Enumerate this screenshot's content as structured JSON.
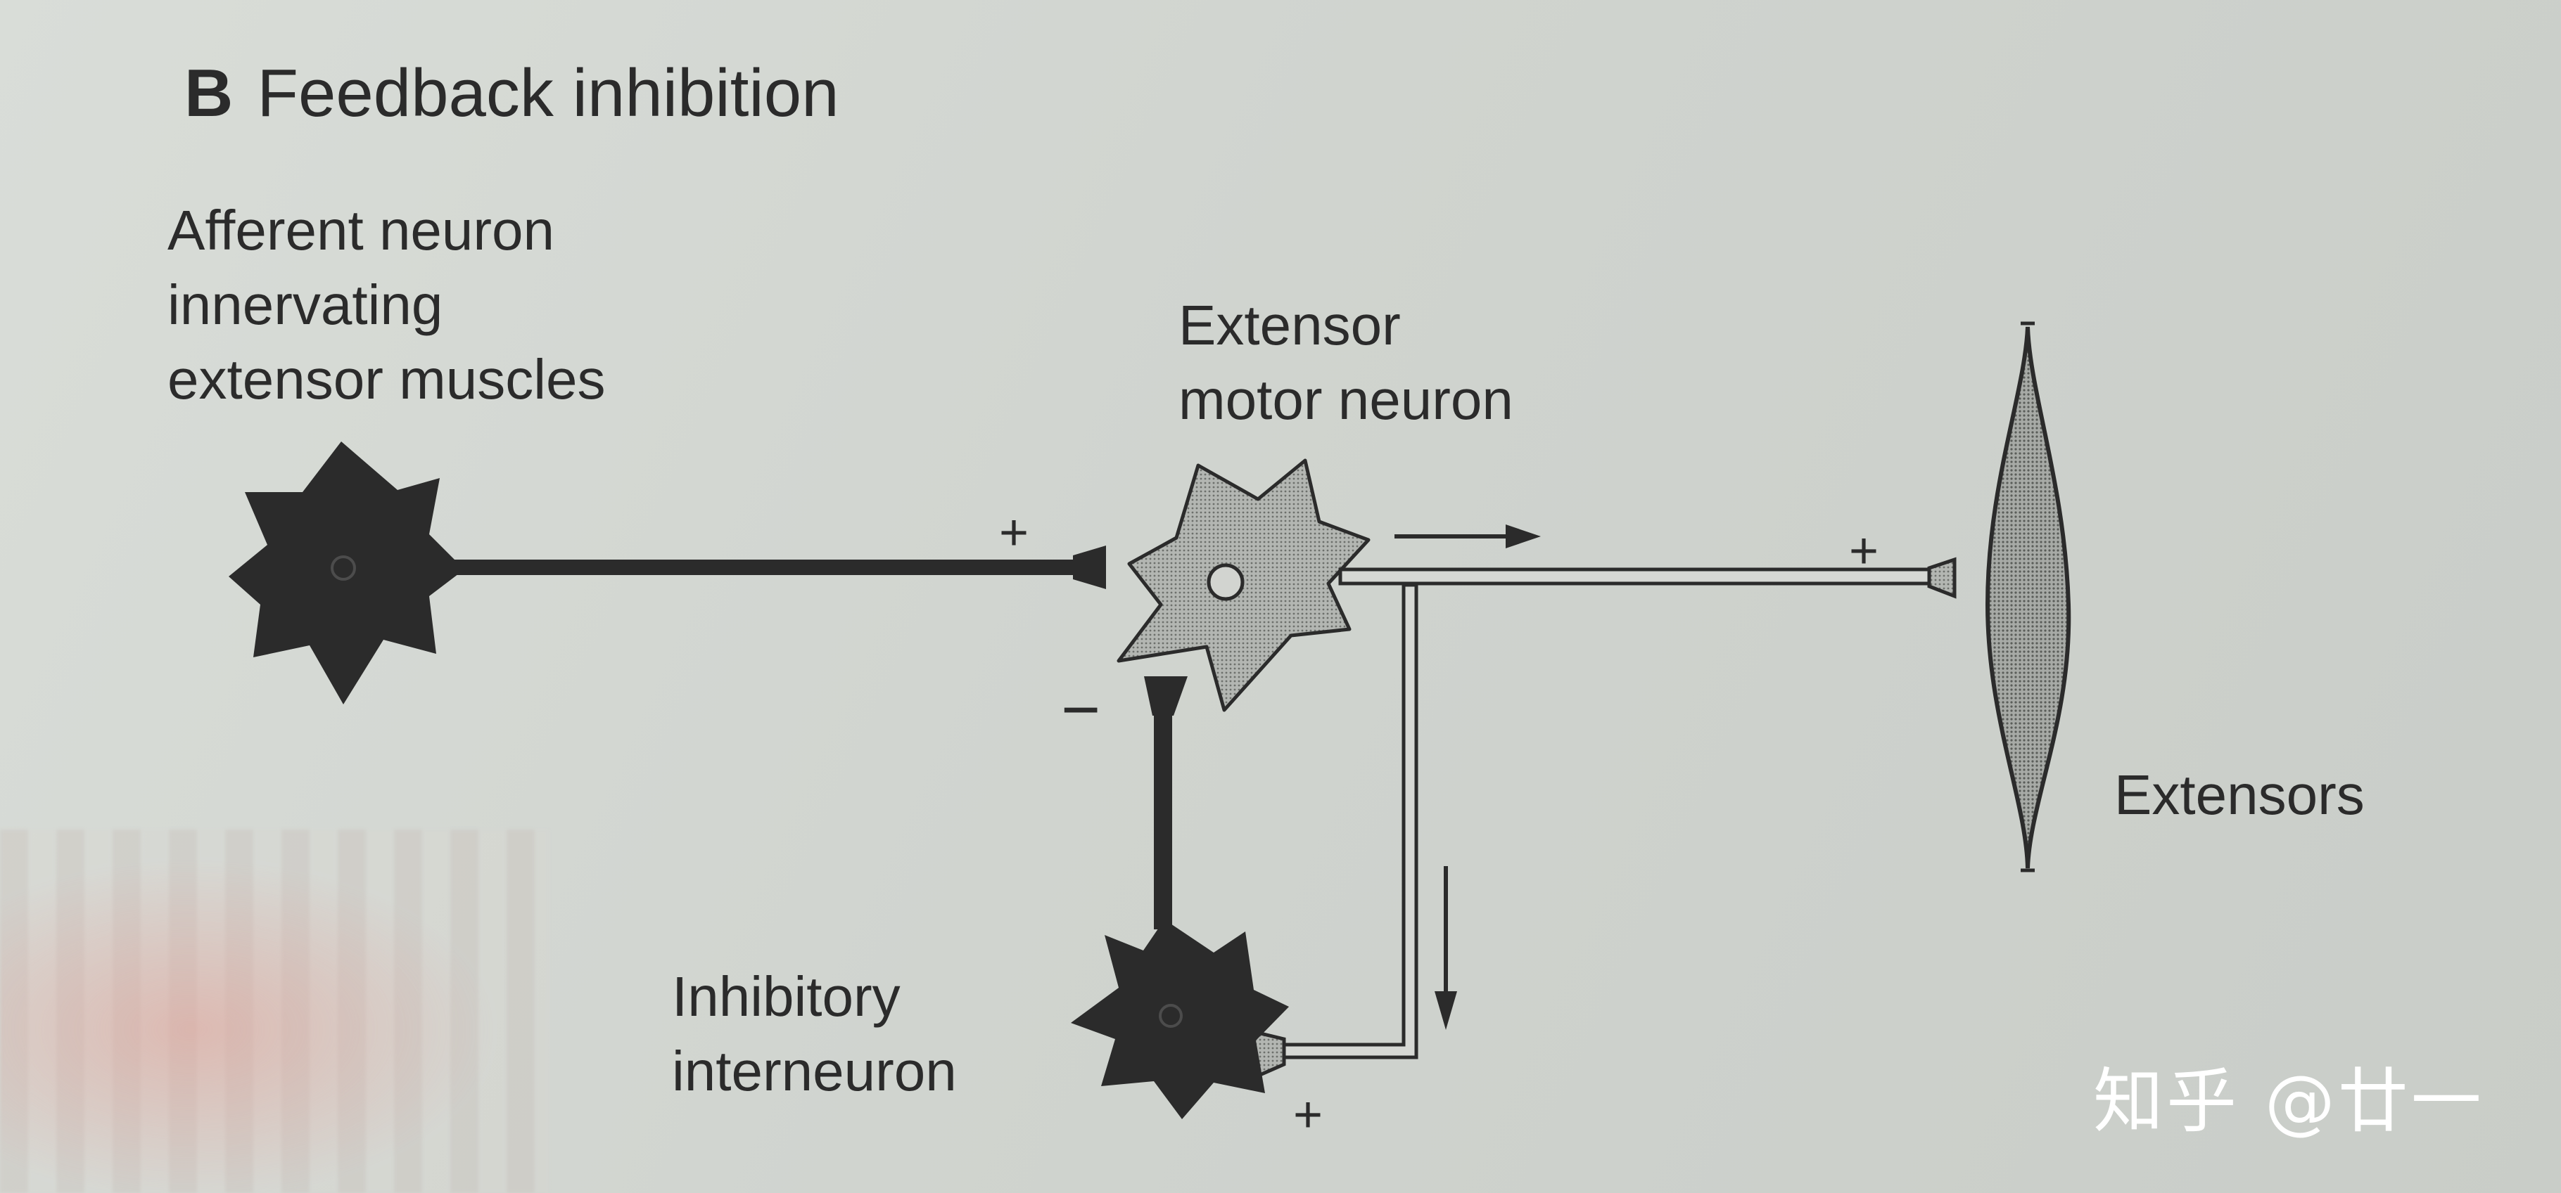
{
  "title": {
    "letter": "B",
    "text": "Feedback inhibition"
  },
  "labels": {
    "afferent": [
      "Afferent neuron",
      "innervating",
      "extensor muscles"
    ],
    "motor": [
      "Extensor",
      "motor neuron"
    ],
    "extensors": "Extensors",
    "inhibitory": [
      "Inhibitory",
      "interneuron"
    ]
  },
  "signs": {
    "afferent_synapse": "+",
    "muscle_synapse": "+",
    "inhibitory_synapse": "−",
    "collateral_synapse": "+"
  },
  "watermark": "知乎 @廿一",
  "colors": {
    "dark_neuron": "#2b2b2b",
    "motor_neuron_fill": "#a3a6a2",
    "muscle_fill": "#8f918e",
    "background": "#d2d6d1"
  }
}
